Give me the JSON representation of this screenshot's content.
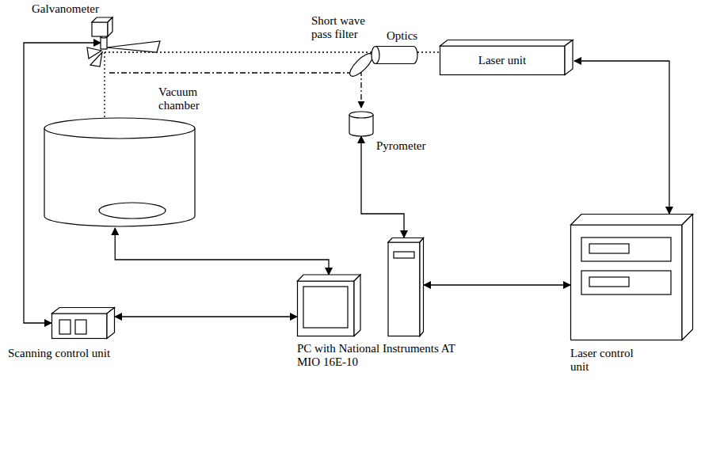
{
  "diagram": {
    "nodes": [
      {
        "text": [
          "Galvanometer"
        ]
      },
      {
        "text": [
          "Short wave pass filter"
        ]
      },
      {
        "text": [
          "Optics"
        ]
      },
      {
        "text": [
          "Laser unit"
        ]
      },
      {
        "text": [
          "Vacuum chamber"
        ]
      },
      {
        "text": [
          "Pyrometer"
        ]
      },
      {
        "text": [
          "Scanning control unit"
        ]
      },
      {
        "text": [
          "PC with National Instruments AT MIO 16E-10"
        ]
      },
      {
        "text": [
          "Laser control unit"
        ]
      }
    ],
    "edges": [
      {
        "from": 6,
        "to": 0,
        "arrow": "both"
      },
      {
        "from": 3,
        "to": 8,
        "arrow": "both"
      },
      {
        "from": 5,
        "to": 7,
        "arrow": "both"
      },
      {
        "from": 4,
        "to": 7,
        "arrow": "both"
      },
      {
        "from": 6,
        "to": 7,
        "arrow": "both"
      },
      {
        "from": 7,
        "to": 8,
        "arrow": "both"
      }
    ]
  }
}
